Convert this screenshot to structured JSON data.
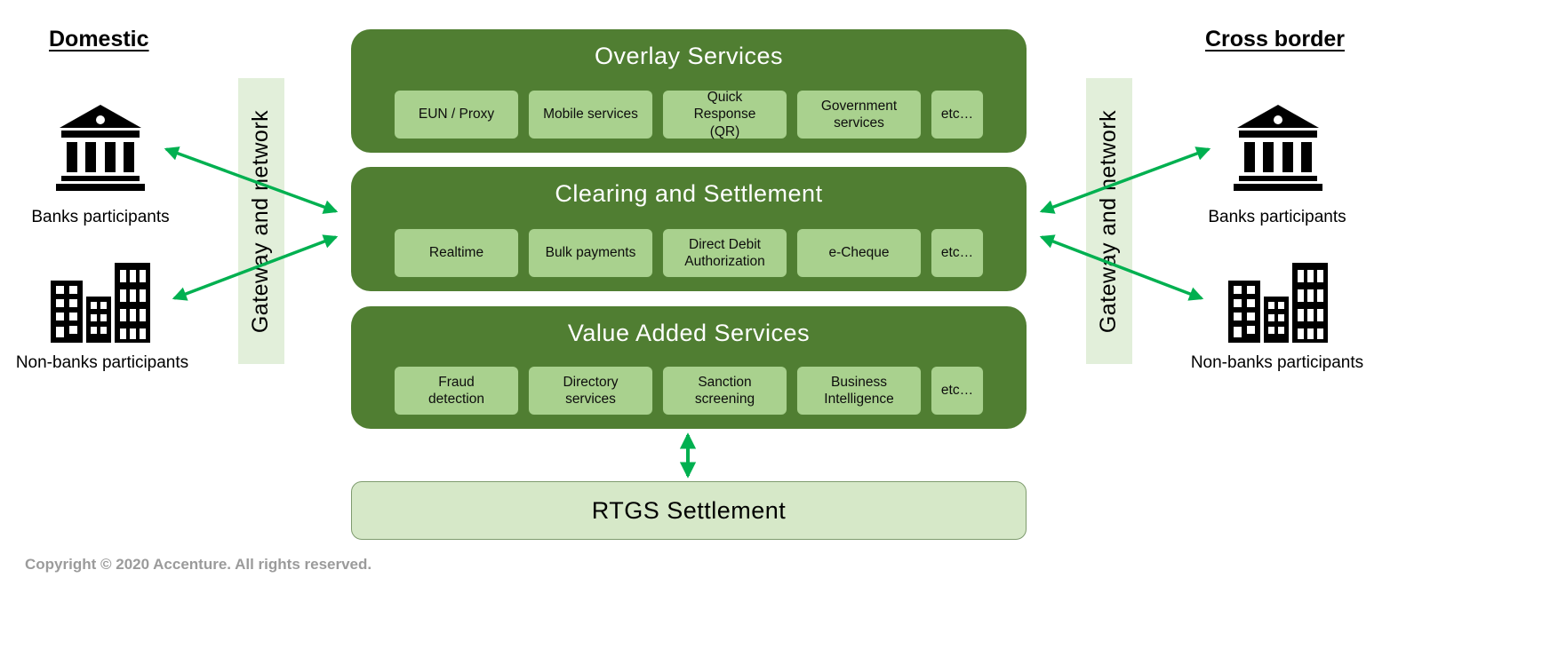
{
  "headings": {
    "domestic": "Domestic",
    "cross_border": "Cross border"
  },
  "participants": {
    "left": {
      "banks": "Banks participants",
      "non_banks": "Non-banks participants",
      "gateway": "Gateway and network"
    },
    "right": {
      "banks": "Banks participants",
      "non_banks": "Non-banks participants",
      "gateway": "Gateway and network"
    }
  },
  "layers": [
    {
      "title": "Overlay Services",
      "chips": [
        "EUN / Proxy",
        "Mobile services",
        "Quick Response (QR)",
        "Government services",
        "etc…"
      ]
    },
    {
      "title": "Clearing and Settlement",
      "chips": [
        "Realtime",
        "Bulk payments",
        "Direct Debit Authorization",
        "e-Cheque",
        "etc…"
      ]
    },
    {
      "title": "Value Added Services",
      "chips": [
        "Fraud detection",
        "Directory services",
        "Sanction screening",
        "Business Intelligence",
        "etc…"
      ]
    }
  ],
  "rtgs": {
    "title": "RTGS Settlement"
  },
  "footer": {
    "copyright": "Copyright © 2020 Accenture. All rights reserved."
  },
  "colors": {
    "layer_green": "#507E32",
    "chip_green": "#A9D18E",
    "gateway_green": "#E2EFDA",
    "rtgs_green": "#D6E8C8",
    "arrow_green": "#00B050"
  }
}
